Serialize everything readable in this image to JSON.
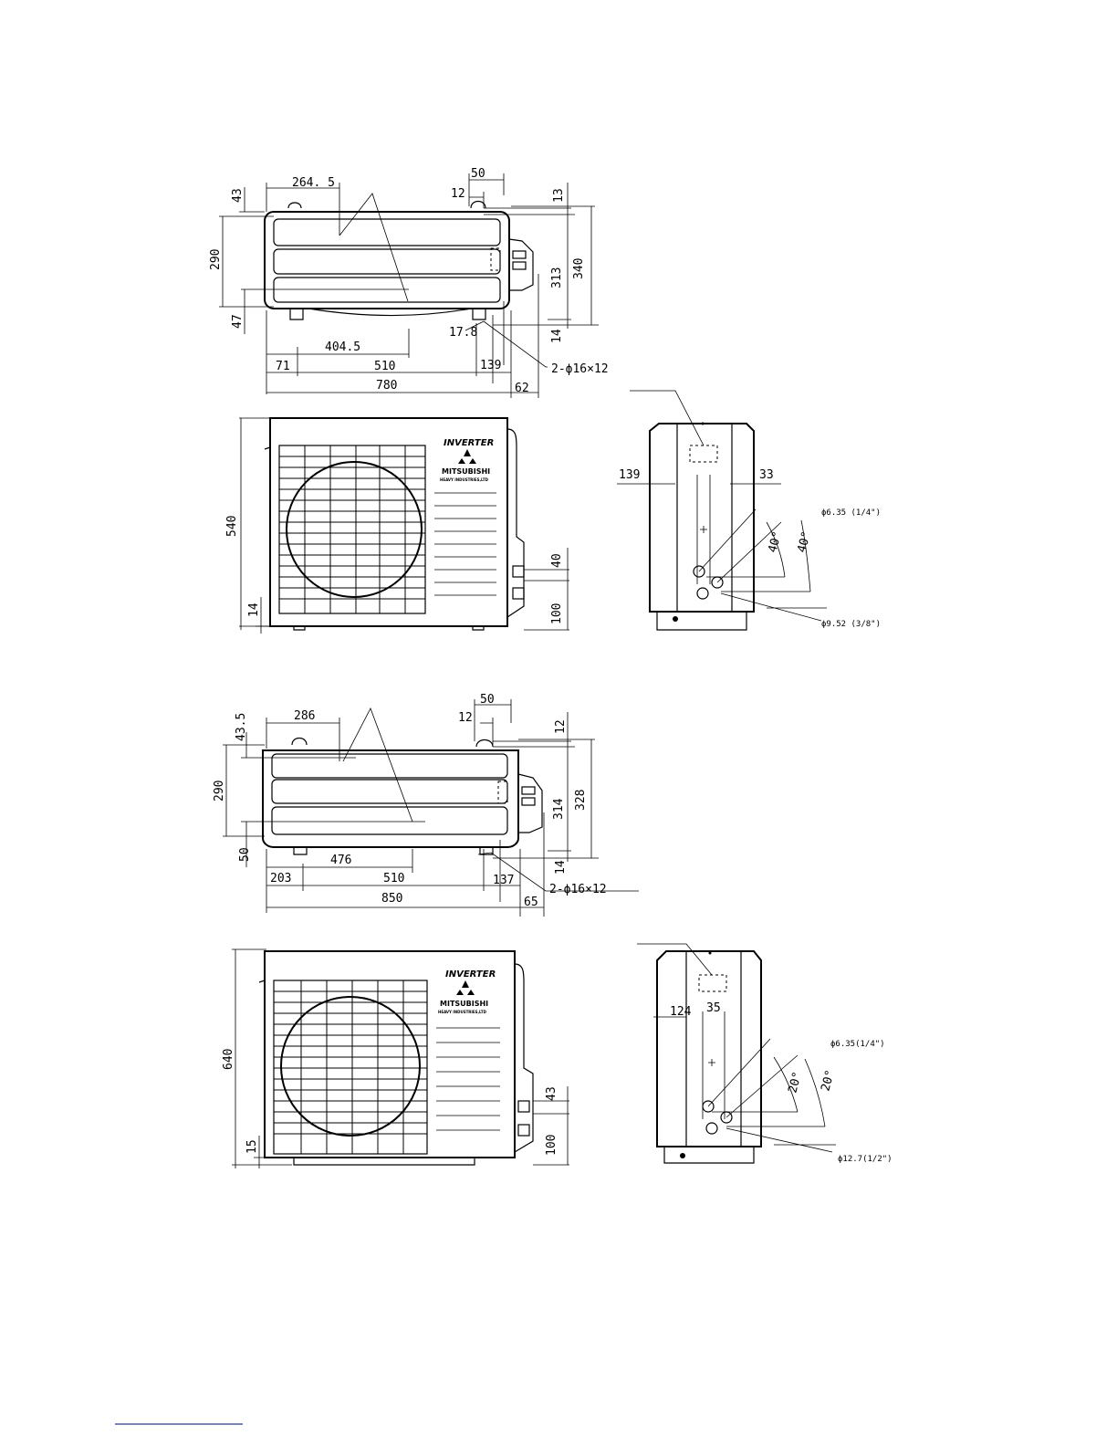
{
  "unit1": {
    "top": {
      "d_264_5": "264. 5",
      "d_43": "43",
      "d_290": "290",
      "d_47": "47",
      "d_404_5": "404.5",
      "d_71": "71",
      "d_510": "510",
      "d_780": "780",
      "d_50": "50",
      "d_12": "12",
      "d_13": "13",
      "d_313": "313",
      "d_340": "340",
      "d_14": "14",
      "d_17_8": "17.8",
      "d_139": "139",
      "d_62": "62",
      "holes": "2-ϕ16×12"
    },
    "front": {
      "d_540": "540",
      "d_14": "14",
      "d_40": "40",
      "d_100": "100",
      "logo_inverter": "INVERTER",
      "logo_brand": "MITSUBISHI",
      "logo_sub": "HEAVY INDUSTRIES,LTD"
    },
    "side": {
      "d_139": "139",
      "d_33": "33",
      "pipe_small": "ϕ6.35 (1/4\")",
      "pipe_large": "ϕ9.52 (3/8\")",
      "angle_a": "40°",
      "angle_b": "40°"
    }
  },
  "unit2": {
    "top": {
      "d_286": "286",
      "d_43_5": "43.5",
      "d_290": "290",
      "d_50": "50",
      "d_476": "476",
      "d_203": "203",
      "d_510": "510",
      "d_850": "850",
      "d_50b": "50",
      "d_12": "12",
      "d_12b": "12",
      "d_314": "314",
      "d_328": "328",
      "d_14": "14",
      "d_137": "137",
      "d_65": "65",
      "holes": "2-ϕ16×12"
    },
    "front": {
      "d_640": "640",
      "d_15": "15",
      "d_43": "43",
      "d_100": "100",
      "logo_inverter": "INVERTER",
      "logo_brand": "MITSUBISHI",
      "logo_sub": "HEAVY INDUSTRIES,LTD"
    },
    "side": {
      "d_124": "124",
      "d_35": "35",
      "pipe_small": "ϕ6.35(1/4\")",
      "pipe_large": "ϕ12.7(1/2\")",
      "angle_a": "20°",
      "angle_b": "20°"
    }
  }
}
